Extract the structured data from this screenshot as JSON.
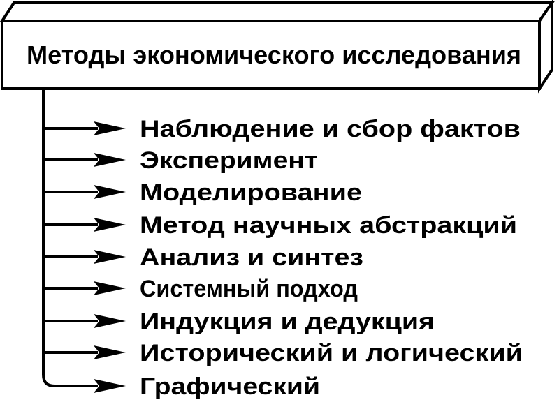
{
  "title": "Методы экономического исследования",
  "methods": [
    "Наблюдение и сбор фактов",
    "Эксперимент",
    "Моделирование",
    "Метод научных абстракций",
    "Анализ и синтез",
    "Системный подход",
    "Индукция и дедукция",
    "Исторический и логический",
    "Графический"
  ],
  "colors": {
    "stroke": "#000000",
    "background": "#ffffff"
  }
}
